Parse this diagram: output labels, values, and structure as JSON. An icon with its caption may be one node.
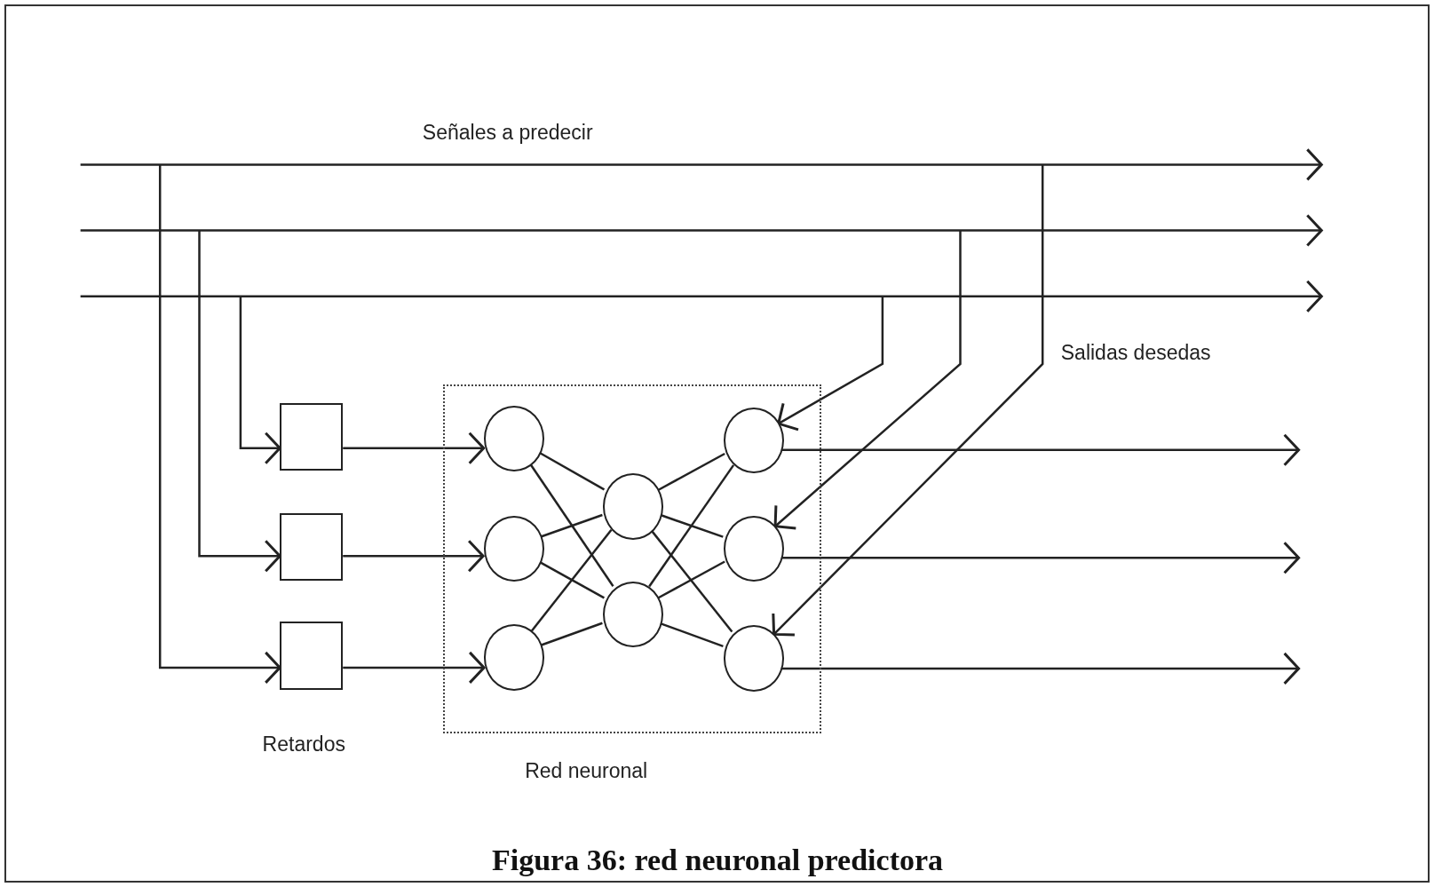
{
  "diagram": {
    "caption": "Figura 36: red neuronal predictora",
    "nodes": [
      {
        "text": [
          "Red neuronal"
        ]
      },
      {
        "text": [],
        "shape": "box"
      },
      {
        "text": [],
        "shape": "box"
      },
      {
        "text": [],
        "shape": "box"
      },
      {
        "text": [],
        "shape": "circle",
        "in": 0
      },
      {
        "text": [],
        "shape": "circle",
        "in": 0
      },
      {
        "text": [],
        "shape": "circle",
        "in": 0
      },
      {
        "text": [],
        "shape": "circle",
        "in": 0
      },
      {
        "text": [],
        "shape": "circle",
        "in": 0
      },
      {
        "text": [],
        "shape": "circle",
        "in": 0
      },
      {
        "text": [],
        "shape": "circle",
        "in": 0
      },
      {
        "text": [],
        "shape": "circle",
        "in": 0
      }
    ],
    "edges": [
      {
        "from": null,
        "to": 1,
        "arrow": "to"
      },
      {
        "from": null,
        "to": 2,
        "arrow": "to"
      },
      {
        "from": null,
        "to": 3,
        "arrow": "to"
      },
      {
        "from": 1,
        "to": 4,
        "arrow": "to"
      },
      {
        "from": 2,
        "to": 5,
        "arrow": "to"
      },
      {
        "from": 3,
        "to": 6,
        "arrow": "to"
      },
      {
        "from": 4,
        "to": 7,
        "arrow": "none"
      },
      {
        "from": 4,
        "to": 8,
        "arrow": "none"
      },
      {
        "from": 5,
        "to": 7,
        "arrow": "none"
      },
      {
        "from": 5,
        "to": 8,
        "arrow": "none"
      },
      {
        "from": 6,
        "to": 7,
        "arrow": "none"
      },
      {
        "from": 6,
        "to": 8,
        "arrow": "none"
      },
      {
        "from": 7,
        "to": 9,
        "arrow": "none"
      },
      {
        "from": 7,
        "to": 10,
        "arrow": "none"
      },
      {
        "from": 7,
        "to": 11,
        "arrow": "none"
      },
      {
        "from": 8,
        "to": 9,
        "arrow": "none"
      },
      {
        "from": 8,
        "to": 10,
        "arrow": "none"
      },
      {
        "from": 8,
        "to": 11,
        "arrow": "none"
      },
      {
        "from": 9,
        "to": null,
        "arrow": "to"
      },
      {
        "from": 10,
        "to": null,
        "arrow": "to"
      },
      {
        "from": 11,
        "to": null,
        "arrow": "to"
      },
      {
        "from": null,
        "to": 9,
        "arrow": "to"
      },
      {
        "from": null,
        "to": 10,
        "arrow": "to"
      },
      {
        "from": null,
        "to": 11,
        "arrow": "to"
      }
    ],
    "labels": [
      "Señales a predecir",
      "Salidas desedas",
      "Retardos"
    ]
  }
}
